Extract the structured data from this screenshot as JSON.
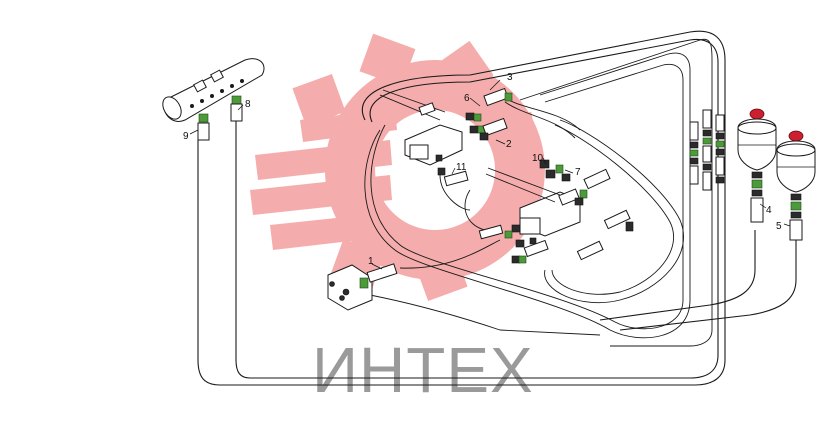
{
  "diagram": {
    "watermark": {
      "text": "ИНТЕХ",
      "color": "#ee6a6a",
      "text_color": "#9a9a9a"
    },
    "callouts": [
      {
        "id": "c1",
        "label": "1"
      },
      {
        "id": "c2",
        "label": "2"
      },
      {
        "id": "c3",
        "label": "3"
      },
      {
        "id": "c4",
        "label": "4"
      },
      {
        "id": "c5",
        "label": "5"
      },
      {
        "id": "c6",
        "label": "6"
      },
      {
        "id": "c7",
        "label": "7"
      },
      {
        "id": "c8",
        "label": "8"
      },
      {
        "id": "c9",
        "label": "9"
      },
      {
        "id": "c10",
        "label": "10"
      },
      {
        "id": "c11",
        "label": "11"
      }
    ],
    "colors": {
      "accumulator_cap": "#cc1f2f",
      "fitting": "#4d9a3a",
      "line": "#1a1a1a"
    }
  }
}
